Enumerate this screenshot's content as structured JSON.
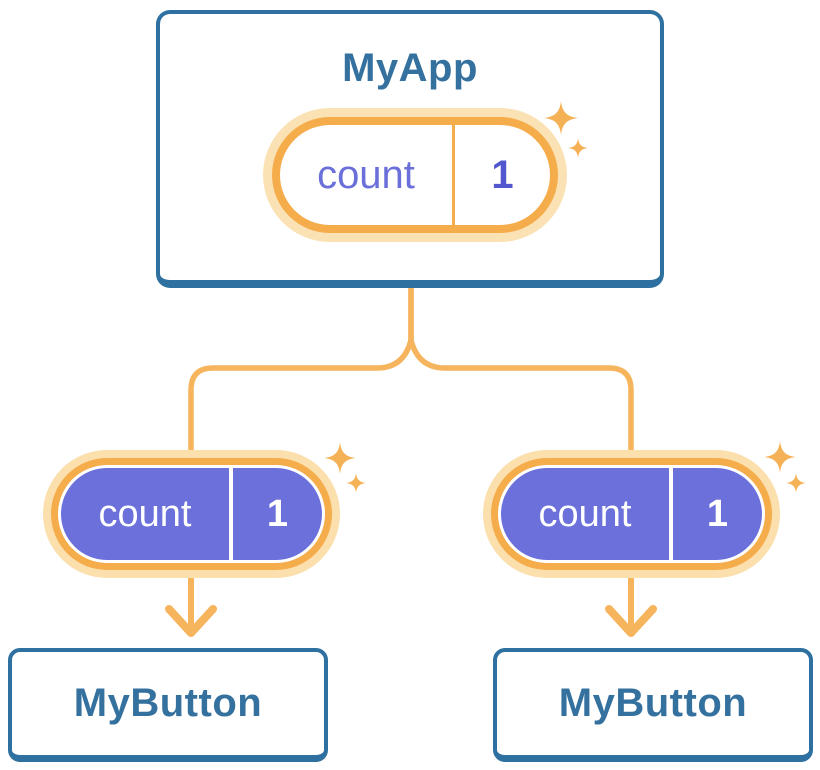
{
  "tree": {
    "root": {
      "label": "MyApp",
      "state": {
        "name": "count",
        "value": "1"
      }
    },
    "children": [
      {
        "label": "MyButton",
        "prop": {
          "name": "count",
          "value": "1"
        }
      },
      {
        "label": "MyButton",
        "prop": {
          "name": "count",
          "value": "1"
        }
      }
    ]
  },
  "colors": {
    "card_border_blue": "#2E71A1",
    "label_blue": "#35719F",
    "connector_orange": "#F6B45C",
    "pill_ring_orange": "#F5AC4B",
    "pill_glow_orange": "#FBE2B4",
    "pill_glow_orange_bottom": "#FBDFAD",
    "state_fill_purple": "#6B70DB",
    "state_name_purple": "#6A6FD9",
    "state_value_purple": "#5257CE",
    "sparkle_orange": "#F4B156",
    "background": "#FFFFFF"
  }
}
